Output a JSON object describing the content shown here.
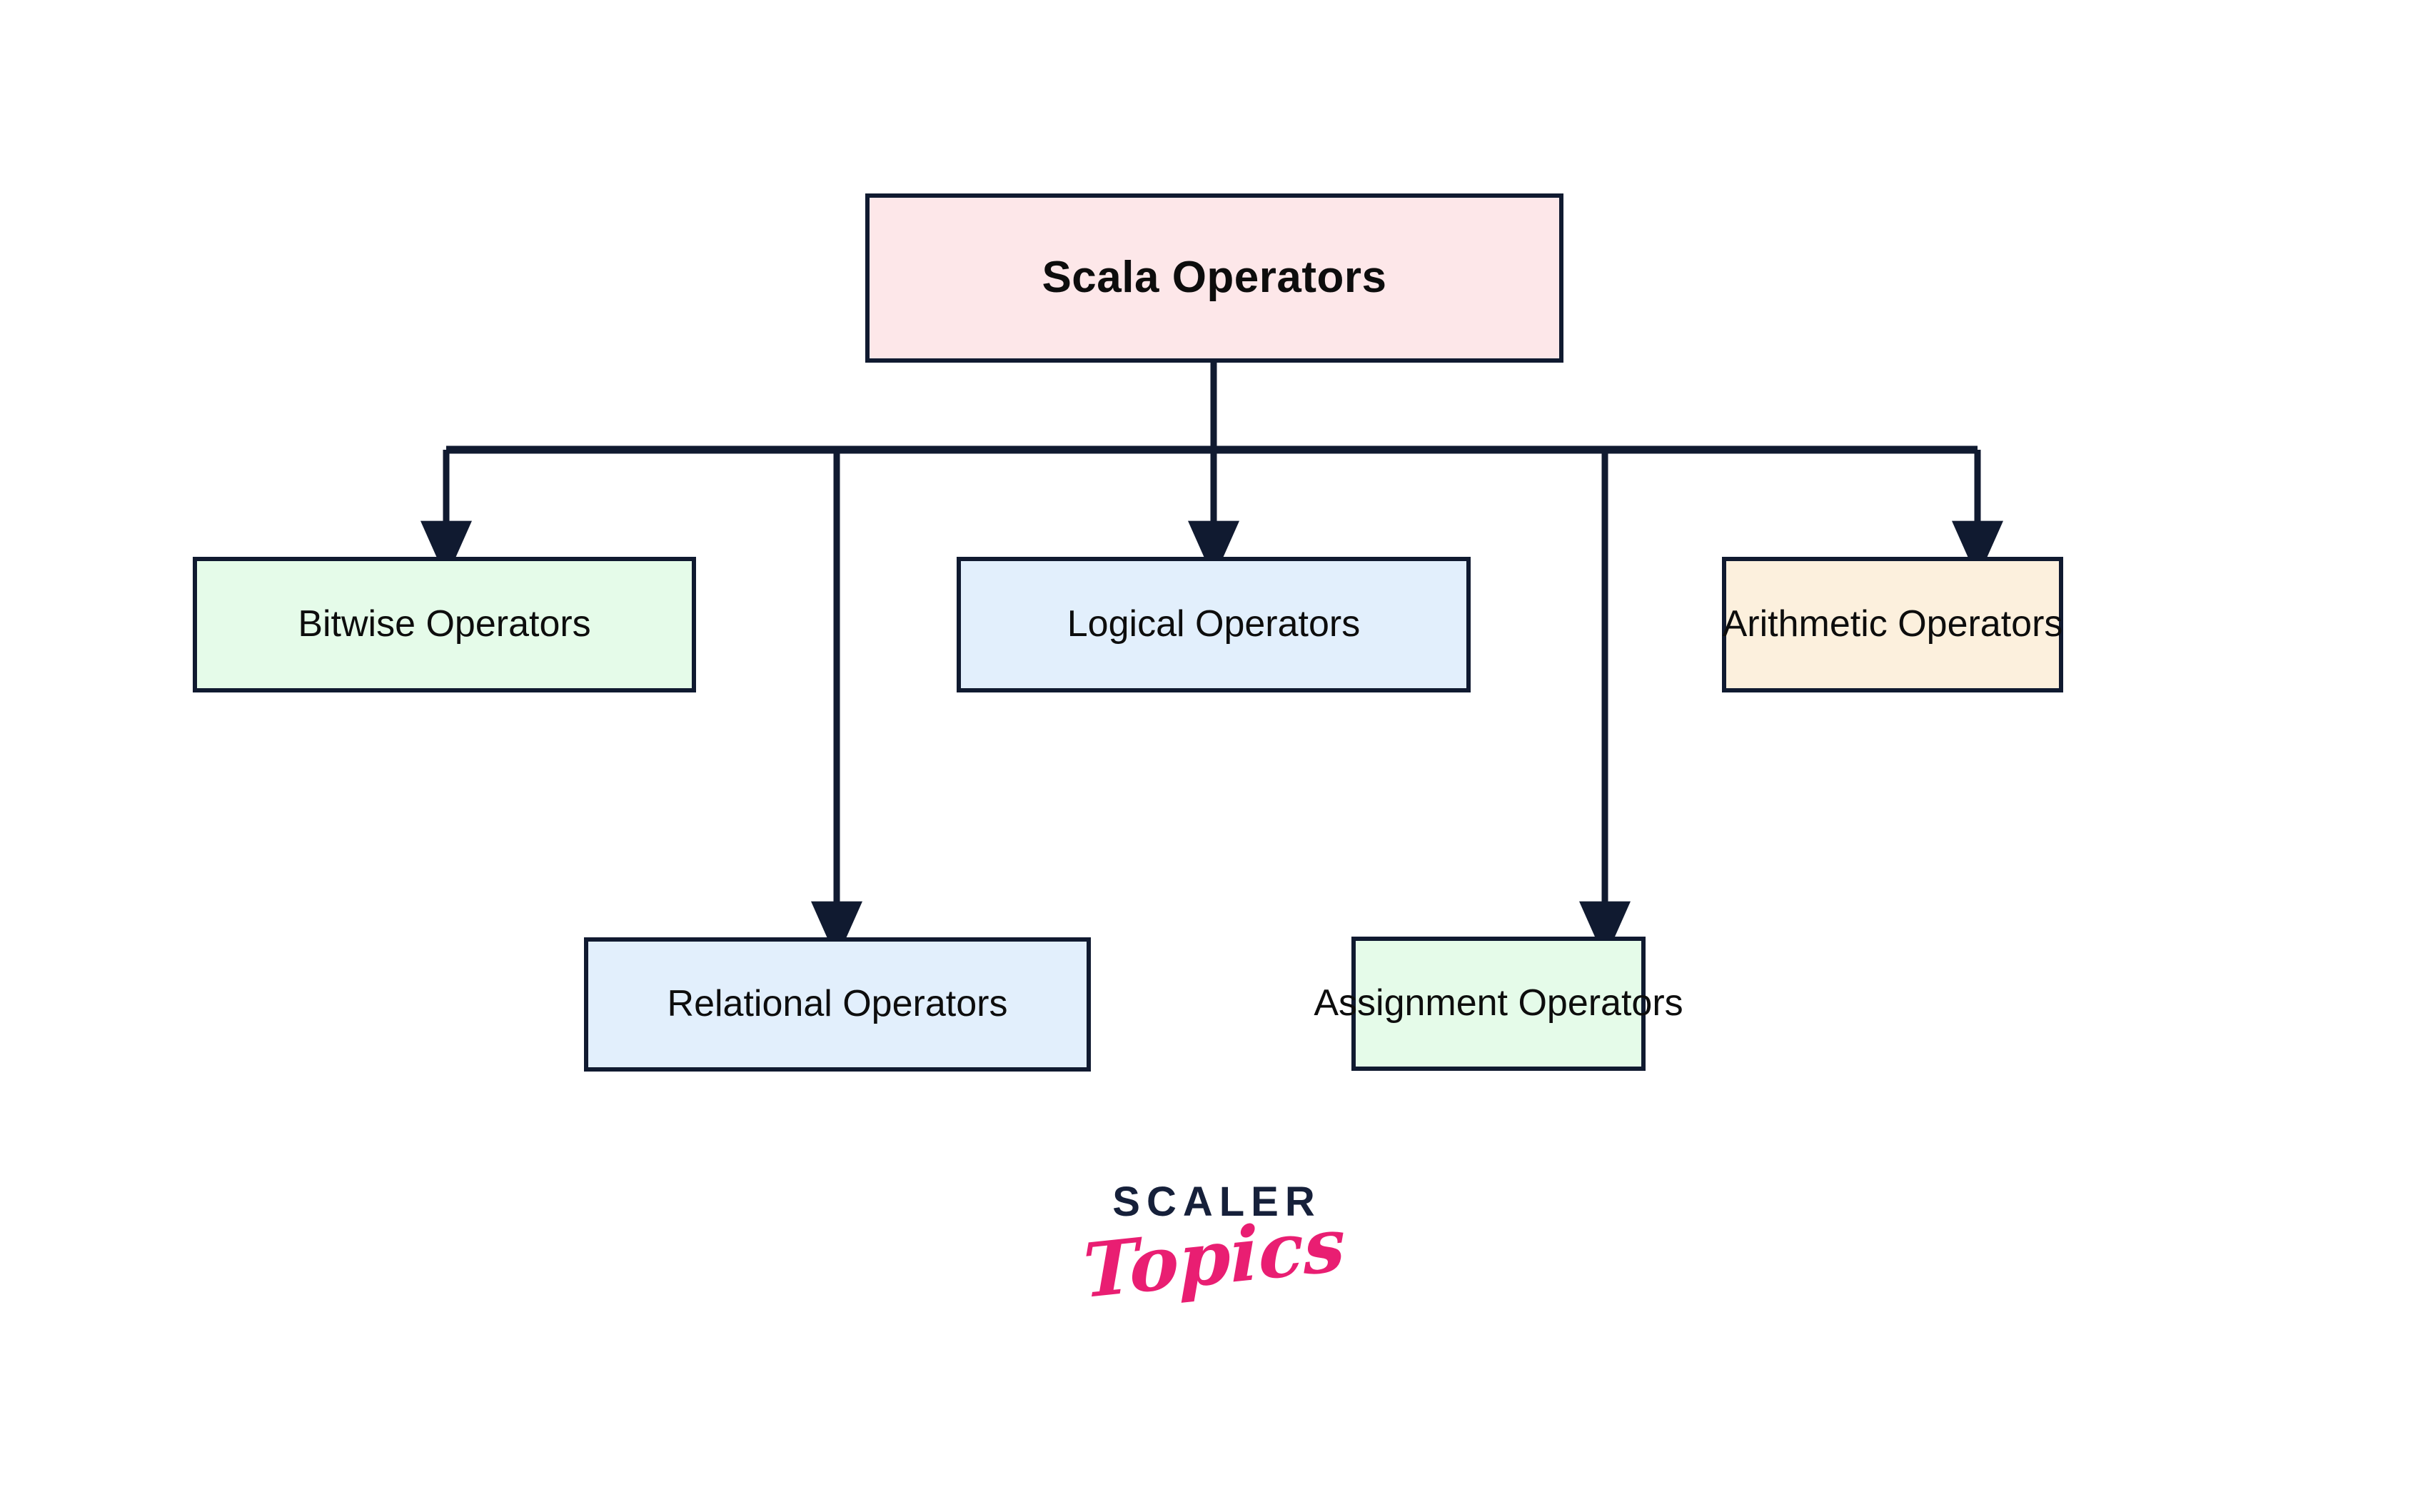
{
  "diagram": {
    "type": "hierarchy-flowchart",
    "title": "Scala Operators",
    "colors": {
      "stroke": "#101a30",
      "root_fill": "#fde7e9",
      "green_fill": "#e5fbe9",
      "blue_fill": "#e2effc",
      "cream_fill": "#fcf0dd",
      "background": "#ffffff",
      "brand_dark": "#16203a",
      "brand_pink": "#e91e72"
    },
    "root": {
      "label": "Scala Operators",
      "fill": "#fde7e9"
    },
    "children": [
      {
        "id": "bitwise",
        "label": "Bitwise Operators",
        "fill": "#e5fbe9",
        "row": 2
      },
      {
        "id": "relational",
        "label": "Relational Operators",
        "fill": "#e2effc",
        "row": 3
      },
      {
        "id": "logical",
        "label": "Logical Operators",
        "fill": "#e2effc",
        "row": 2
      },
      {
        "id": "assignment",
        "label": "Assignment Operators",
        "fill": "#e5fbe9",
        "row": 3
      },
      {
        "id": "arithmetic",
        "label": "Arithmetic Operators",
        "fill": "#fcf0dd",
        "row": 2
      }
    ]
  },
  "brand": {
    "wordmark": "SCALER",
    "script": "Topics"
  }
}
